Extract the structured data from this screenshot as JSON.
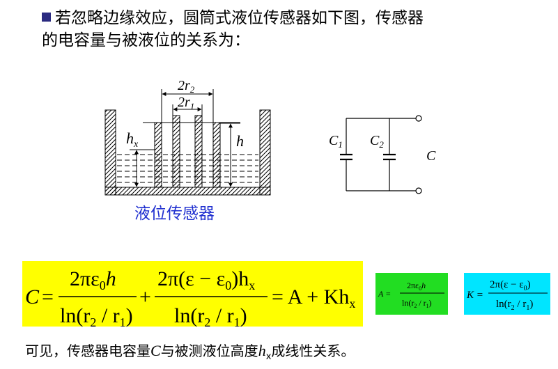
{
  "heading": {
    "line1": "若忽略边缘效应，圆筒式液位传感器如下图，传感器",
    "line2": "的电容量与被液位的关系为："
  },
  "diagram": {
    "label_2r2": "2r",
    "sub_2r2": "2",
    "label_2r1": "2r",
    "sub_2r1": "1",
    "label_hx": "h",
    "sub_hx": "x",
    "label_h": "h",
    "caption": "液位传感器"
  },
  "circuit": {
    "label_c1": "C",
    "sub_c1": "1",
    "label_c2": "C",
    "sub_c2": "2",
    "label_c": "C"
  },
  "formula_main": {
    "lhs": "C",
    "eq": "=",
    "num1": "2πε",
    "num1_sub": "0",
    "num1_tail": "h",
    "den1_a": "ln(r",
    "den1_a_sub": "2",
    "den1_b": " / r",
    "den1_b_sub": "1",
    "den1_c": ")",
    "plus": "+",
    "num2_a": "2π(ε − ε",
    "num2_a_sub": "0",
    "num2_b": ")h",
    "num2_b_sub": "x",
    "den2_a": "ln(r",
    "den2_a_sub": "2",
    "den2_b": " / r",
    "den2_b_sub": "1",
    "den2_c": ")",
    "rhs": "= A + Kh",
    "rhs_sub": "x"
  },
  "formula_A": {
    "lhs": "A =",
    "num_a": "2πε",
    "num_sub": "0",
    "num_b": "h",
    "den_a": "ln(r",
    "den_a_sub": "2",
    "den_b": " / r",
    "den_b_sub": "1",
    "den_c": ")"
  },
  "formula_K": {
    "lhs": "K =",
    "num": "2π(ε − ε",
    "num_sub": "0",
    "num_tail": ")",
    "den_a": "ln(r",
    "den_a_sub": "2",
    "den_b": " / r",
    "den_b_sub": "1",
    "den_c": ")"
  },
  "conclusion": {
    "pre": "可见，传感器电容量",
    "c": "C",
    "mid": "与被测液位高度",
    "h": "h",
    "h_sub": "x",
    "post": "成线性关系。"
  },
  "colors": {
    "bullet": "#2a2a80",
    "caption": "#1f2fd0",
    "yellow_box": "#ffff00",
    "green_box": "#22dd22",
    "cyan_box": "#00e5ff"
  }
}
